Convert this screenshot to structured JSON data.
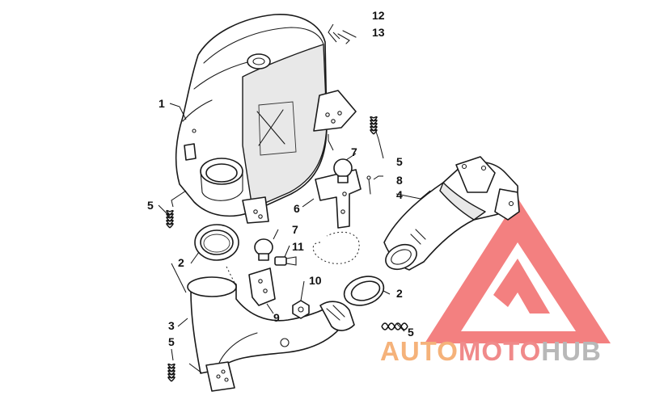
{
  "callouts": {
    "c1": "1",
    "c2a": "2",
    "c2b": "2",
    "c3": "3",
    "c4": "4",
    "c5a": "5",
    "c5b": "5",
    "c5c": "5",
    "c5d": "5",
    "c6": "6",
    "c7a": "7",
    "c7b": "7",
    "c8": "8",
    "c9": "9",
    "c10": "10",
    "c11": "11",
    "c12": "12",
    "c13": "13"
  },
  "watermark": {
    "word_auto": "AUTO",
    "word_moto": "MOTO",
    "word_hub": "HUB",
    "color_auto": "#f5b27a",
    "color_moto": "#f08a8a",
    "color_hub": "#b8b8b8",
    "color_triangle": "#f26b6b"
  }
}
